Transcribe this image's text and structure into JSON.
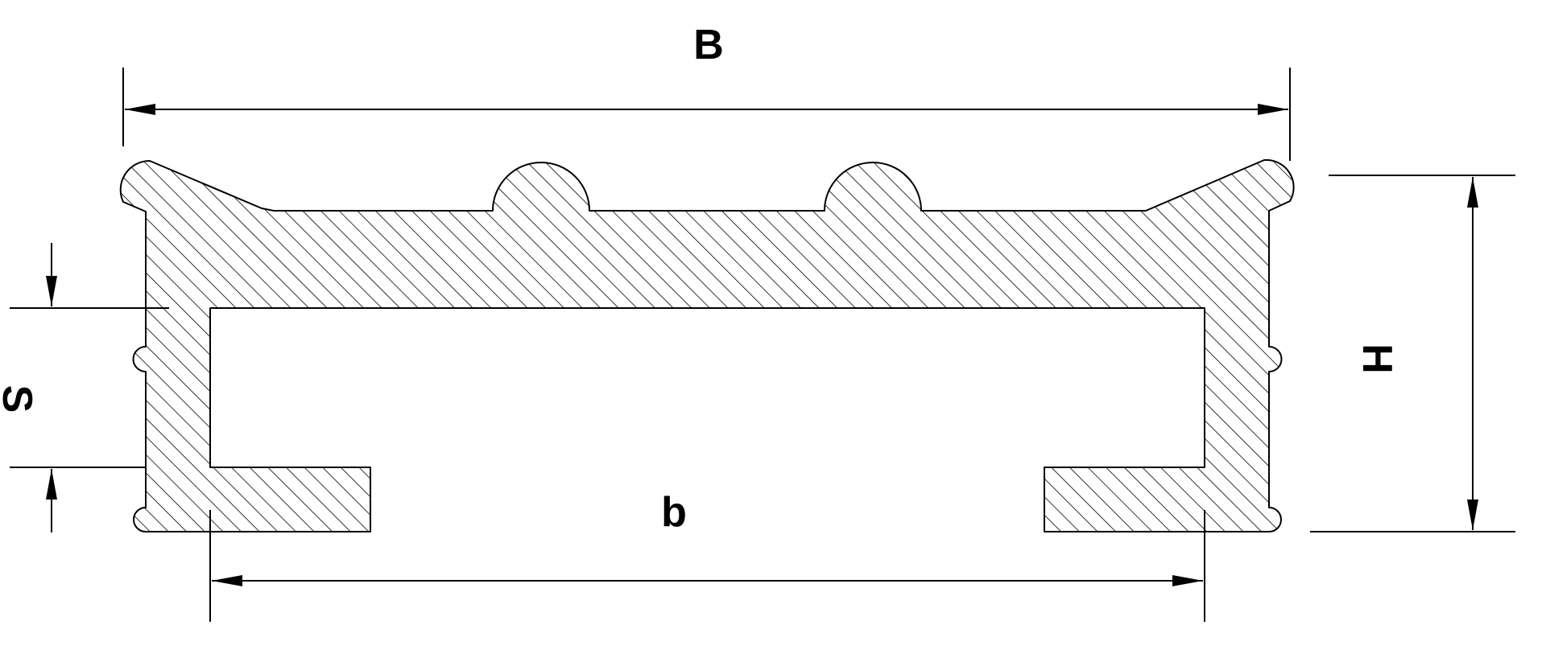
{
  "diagram": {
    "labels": {
      "B": "B",
      "b": "b",
      "H": "H",
      "S": "S"
    },
    "colors": {
      "line": "#000000",
      "background": "#ffffff"
    }
  }
}
